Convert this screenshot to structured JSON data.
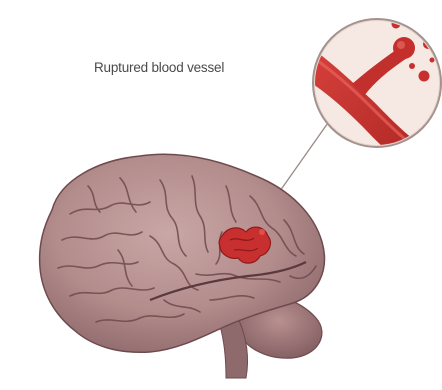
{
  "callout": {
    "label": "Ruptured blood vessel"
  },
  "colors": {
    "background": "#ffffff",
    "brain": "#b99494",
    "brain_shadow": "#8f6a6c",
    "sulci": "#6e4a4e",
    "blood": "#c8302f",
    "blood_dark": "#8e1a1c",
    "magnifier_fill": "#f4e6df",
    "magnifier_border": "#9a8a86",
    "label_text": "#4a4a4a"
  },
  "icons": {
    "brain": "brain-illustration",
    "hemorrhage": "bleed-icon",
    "magnifier": "magnifier-circle"
  }
}
